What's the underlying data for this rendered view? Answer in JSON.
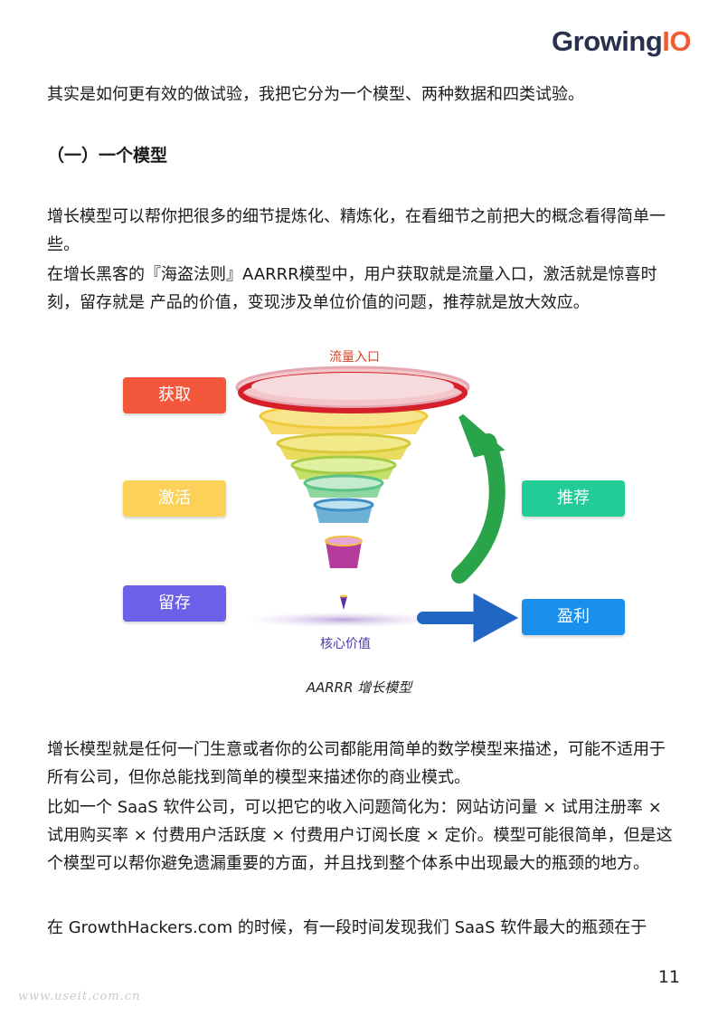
{
  "logo": {
    "main": "Growing",
    "accent": "IO"
  },
  "intro": "其实是如何更有效的做试验，我把它分为一个模型、两种数据和四类试验。",
  "section_heading": "（一）一个模型",
  "para_model": "增长模型可以帮你把很多的细节提炼化、精炼化，在看细节之前把大的概念看得简单一些。",
  "para_aarrr": "在增长黑客的『海盗法则』AARRR模型中，用户获取就是流量入口，激活就是惊喜时刻，留存就是 产品的价值，变现涉及单位价值的问题，推荐就是放大效应。",
  "figure": {
    "top_label": "流量入口",
    "bottom_label": "核心价值",
    "stages": {
      "acquisition": {
        "label": "获取",
        "color": "#f2573c"
      },
      "activation": {
        "label": "激活",
        "color": "#fcd157"
      },
      "retention": {
        "label": "留存",
        "color": "#6c5fe8"
      },
      "referral": {
        "label": "推荐",
        "color": "#21cc97"
      },
      "revenue": {
        "label": "盈利",
        "color": "#1b8fec"
      }
    },
    "arrow_colors": {
      "green": "#2aa44a",
      "blue": "#2266c4"
    },
    "caption": "AARRR 增长模型"
  },
  "para_saas_1": "增长模型就是任何一门生意或者你的公司都能用简单的数学模型来描述，可能不适用于所有公司，但你总能找到简单的模型来描述你的商业模式。",
  "para_saas_2": "比如一个 SaaS 软件公司，可以把它的收入问题简化为：网站访问量 × 试用注册率 × 试用购买率 × 付费用户活跃度 × 付费用户订阅长度 × 定价。模型可能很简单，但是这个模型可以帮你避免遗漏重要的方面，并且找到整个体系中出现最大的瓶颈的地方。",
  "para_growth": "在 GrowthHackers.com 的时候，有一段时间发现我们 SaaS 软件最大的瓶颈在于",
  "page_number": "11",
  "watermark": "www.useit.com.cn"
}
